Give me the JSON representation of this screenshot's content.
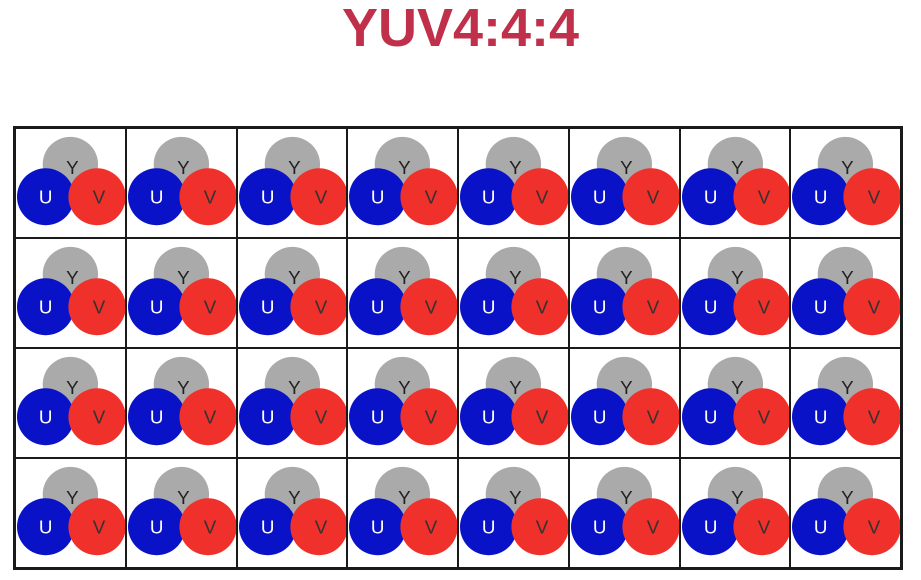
{
  "title": "YUV4:4:4",
  "colors": {
    "title": "#c0304a",
    "y_circle": "#aaaaaa",
    "u_circle": "#0a12c8",
    "v_circle": "#f0302a",
    "grid_border": "#1a1a1a",
    "y_text": "#222222",
    "u_text": "#ffffff",
    "v_text": "#333333"
  },
  "grid": {
    "rows": 4,
    "cols": 8
  },
  "pixel": {
    "y_label": "Y",
    "u_label": "U",
    "v_label": "V"
  }
}
